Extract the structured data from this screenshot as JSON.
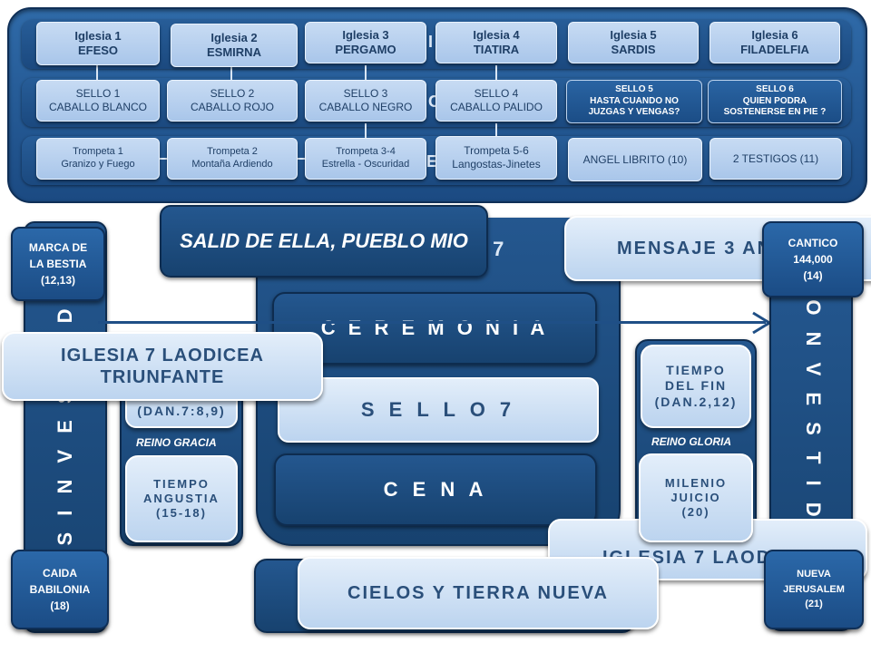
{
  "churches": [
    {
      "name": "Iglesia 1",
      "place": "EFESO"
    },
    {
      "name": "Iglesia 2",
      "place": "ESMIRNA"
    },
    {
      "name": "Iglesia 3",
      "place": "PERGAMO"
    },
    {
      "name": "Iglesia 4",
      "place": "TIATIRA"
    },
    {
      "name": "Iglesia 5",
      "place": "SARDIS"
    },
    {
      "name": "Iglesia 6",
      "place": "FILADELFIA"
    }
  ],
  "seals": [
    {
      "line1": "SELLO 1",
      "line2": "CABALLO BLANCO"
    },
    {
      "line1": "SELLO 2",
      "line2": "CABALLO ROJO"
    },
    {
      "line1": "SELLO 3",
      "line2": "CABALLO NEGRO"
    },
    {
      "line1": "SELLO 4",
      "line2": "CABALLO PALIDO"
    },
    {
      "line1": "SELLO 5",
      "line2": "HASTA CUANDO NO",
      "line3": "JUZGAS Y VENGAS?"
    },
    {
      "line1": "SELLO 6",
      "line2": "QUIEN PODRA",
      "line3": "SOSTENERSE EN PIE ?"
    }
  ],
  "trumpets": [
    {
      "line1": "Trompeta 1",
      "line2": "Granizo  y Fuego"
    },
    {
      "line1": "Trompeta 2",
      "line2": "Montaña  Ardiendo"
    },
    {
      "line1": "Trompeta 3-4",
      "line2": "Estrella - Oscuridad"
    },
    {
      "line1": "Trompeta 5-6",
      "line2": "Langostas-Jinetes"
    }
  ],
  "extras": {
    "angel": "ANGEL LIBRITO (10)",
    "witnesses": "2 TESTIGOS (11)"
  },
  "ghost_letters": {
    "row1": "I",
    "row2": "C",
    "row3": "E"
  },
  "salid": "SALID DE ELLA, PUEBLO MIO",
  "center_ghost": "A  7",
  "ceremonia": "C E R E M O N I A",
  "sello7": "S E L L O  7",
  "cena": "C E N A",
  "mensaje": "MENSAJE 3 AN",
  "marca": {
    "l1": "MARCA DE",
    "l2": "LA BESTIA",
    "l3": "(12,13)"
  },
  "cantico": {
    "l1": "CANTICO",
    "l2": "144,000",
    "l3": "(14)"
  },
  "caida": {
    "l1": "CAIDA",
    "l2": "BABILONIA",
    "l3": "(18)"
  },
  "nueva": {
    "l1": "NUEVA",
    "l2": "JERUSALEM",
    "l3": "(21)"
  },
  "sin_vestidura": "S I N  V E S T I D",
  "con_vestidura": "C O N  V E S T I D U R",
  "laodicea_triunfante": {
    "l1": "IGLESIA 7 LAODICEA",
    "l2": "TRIUNFANTE"
  },
  "daniel_left": "(DAN.7:8,9)",
  "reino_gracia": "REINO GRACIA",
  "tiempo_angustia": {
    "l1": "TIEMPO",
    "l2": "ANGUSTIA",
    "l3": "(15-18)"
  },
  "tiempo_fin": {
    "l1": "TIEMPO",
    "l2": "DEL FIN",
    "l3": "(DAN.2,12)"
  },
  "reino_gloria": "REINO GLORIA",
  "milenio": {
    "l1": "MILENIO",
    "l2": "JUICIO",
    "l3": "(20)"
  },
  "laodicea_bottom": "IGLESIA 7 LAODICEA",
  "cielos": "CIELOS Y TIERRA NUEVA",
  "colors": {
    "navy": "#1b4a82",
    "light_blue": "#bcd4ef",
    "dark_navy": "#0f2f57"
  }
}
